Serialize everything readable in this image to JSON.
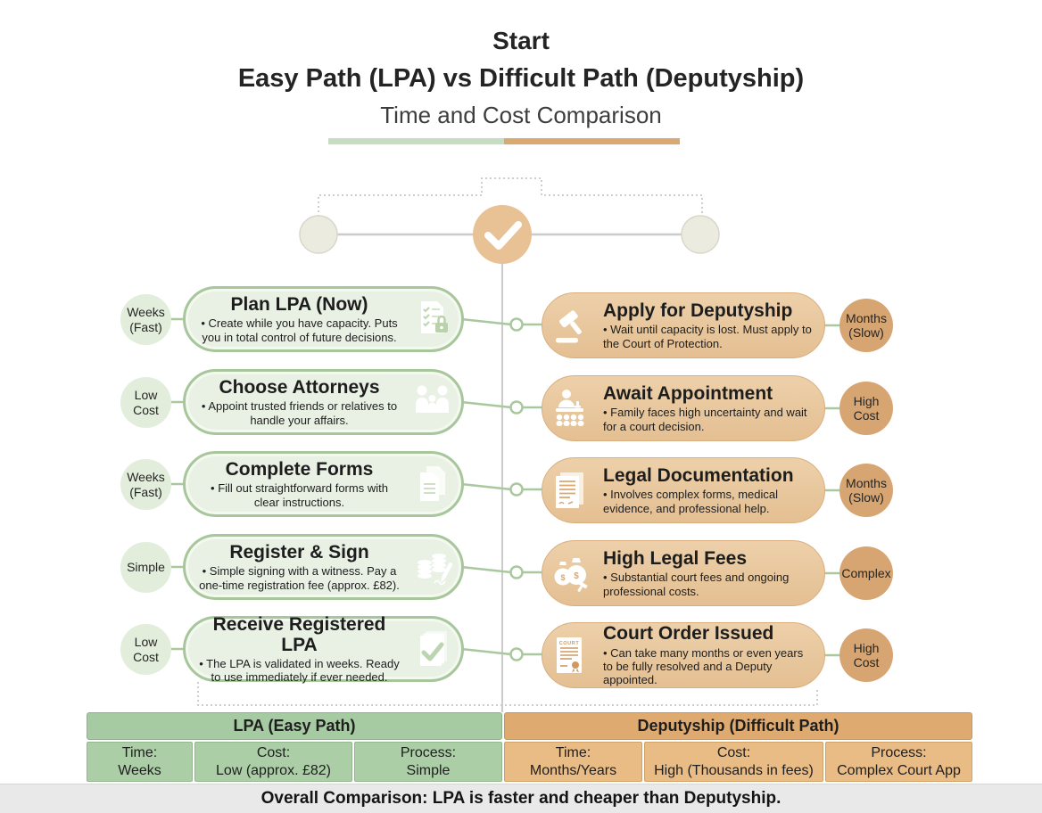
{
  "header": {
    "start": "Start",
    "title": "Easy Path (LPA) vs Difficult Path (Deputyship)",
    "subtitle": "Time and Cost Comparison"
  },
  "colors": {
    "green_accent": "#a8c69c",
    "green_fill": "#e9f1e4",
    "green_badge": "#e2eedb",
    "tan_accent": "#d9a873",
    "tan_fill": "#e9c9a3",
    "tan_badge": "#d7a571",
    "check_node": "#e8c295",
    "neutral_node": "#ecebdf",
    "footer_bg": "#e9e9e9"
  },
  "left": {
    "rows": [
      {
        "badge": "Weeks (Fast)",
        "title": "Plan LPA (Now)",
        "desc": "• Create while you have capacity. Puts you in total control of future decisions.",
        "icon": "checklist-lock-icon"
      },
      {
        "badge": "Low Cost",
        "title": "Choose Attorneys",
        "desc": "• Appoint trusted friends or relatives to handle your affairs.",
        "icon": "family-icon"
      },
      {
        "badge": "Weeks (Fast)",
        "title": "Complete Forms",
        "desc": "• Fill out straightforward forms with clear instructions.",
        "icon": "forms-icon"
      },
      {
        "badge": "Simple",
        "title": "Register & Sign",
        "desc": "• Simple signing with a witness. Pay a one-time registration fee (approx. £82).",
        "icon": "coins-pen-icon"
      },
      {
        "badge": "Low Cost",
        "title": "Receive Registered LPA",
        "desc": "• The LPA is validated in weeks. Ready to use immediately if ever needed.",
        "icon": "document-check-icon"
      }
    ]
  },
  "right": {
    "rows": [
      {
        "badge": "Months (Slow)",
        "title": "Apply for Deputyship",
        "desc": "• Wait until capacity is lost. Must apply to the Court of Protection.",
        "icon": "gavel-icon"
      },
      {
        "badge": "High Cost",
        "title": "Await Appointment",
        "desc": "• Family faces high uncertainty and wait for a court decision.",
        "icon": "court-hearing-icon"
      },
      {
        "badge": "Months (Slow)",
        "title": "Legal Documentation",
        "desc": "• Involves complex forms, medical evidence, and professional help.",
        "icon": "legal-document-icon"
      },
      {
        "badge": "Complex",
        "title": "High Legal Fees",
        "desc": "• Substantial court fees and ongoing professional costs.",
        "icon": "money-bags-icon"
      },
      {
        "badge": "High Cost",
        "title": "Court Order Issued",
        "desc": "• Can take many months or even years to be fully resolved and a Deputy appointed.",
        "icon": "court-order-icon"
      }
    ]
  },
  "table": {
    "lpa_header": "LPA (Easy Path)",
    "dep_header": "Deputyship (Difficult Path)",
    "lpa_cells": [
      {
        "label": "Time:",
        "value": "Weeks"
      },
      {
        "label": "Cost:",
        "value": "Low (approx. £82)"
      },
      {
        "label": "Process:",
        "value": "Simple"
      }
    ],
    "dep_cells": [
      {
        "label": "Time:",
        "value": "Months/Years"
      },
      {
        "label": "Cost:",
        "value": "High (Thousands in fees)"
      },
      {
        "label": "Process:",
        "value": "Complex Court App"
      }
    ]
  },
  "footer": {
    "text": "Overall Comparison: LPA is faster and cheaper than Deputyship."
  },
  "court_doc_label": "COURT"
}
